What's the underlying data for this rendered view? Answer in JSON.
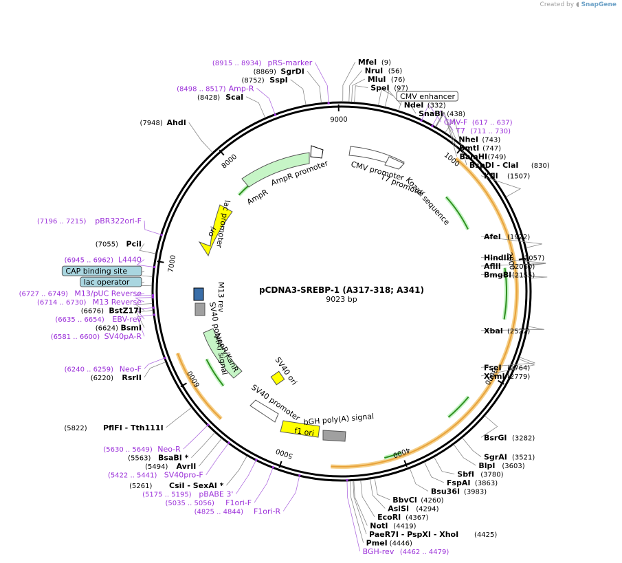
{
  "credit": {
    "prefix": "Created by",
    "brand": "SnapGene"
  },
  "map": {
    "name": "pCDNA3-SREBP-1 (A317-318; A341)",
    "length": "9023 bp"
  },
  "ticks": [
    {
      "label": "1000",
      "pos": 1000
    },
    {
      "label": "2000",
      "pos": 2000
    },
    {
      "label": "3000",
      "pos": 3000
    },
    {
      "label": "4000",
      "pos": 4000
    },
    {
      "label": "5000",
      "pos": 5000
    },
    {
      "label": "6000",
      "pos": 6000
    },
    {
      "label": "7000",
      "pos": 7000
    },
    {
      "label": "8000",
      "pos": 8000
    },
    {
      "label": "9000",
      "pos": 9000
    }
  ],
  "enzymes": [
    {
      "name": "MfeI",
      "pos": "(9)",
      "bp": 9
    },
    {
      "name": "NruI",
      "pos": "(56)",
      "bp": 56
    },
    {
      "name": "MluI",
      "pos": "(76)",
      "bp": 76
    },
    {
      "name": "SpeI",
      "pos": "(97)",
      "bp": 97
    },
    {
      "name": "NdeI",
      "pos": "(332)",
      "bp": 332
    },
    {
      "name": "SnaBI",
      "pos": "(438)",
      "bp": 438
    },
    {
      "name": "NheI",
      "pos": "(743)",
      "bp": 743
    },
    {
      "name": "BmtI",
      "pos": "(747)",
      "bp": 747
    },
    {
      "name": "BamHI",
      "pos": "(749)",
      "bp": 749
    },
    {
      "name": "BspDI - ClaI",
      "pos": "(830)",
      "bp": 830
    },
    {
      "name": "KflI",
      "pos": "(1507)",
      "bp": 1507
    },
    {
      "name": "AfeI",
      "pos": "(1922)",
      "bp": 1922
    },
    {
      "name": "HindIII",
      "pos": "(2057)",
      "bp": 2057
    },
    {
      "name": "AflII",
      "pos": "(2060)",
      "bp": 2060
    },
    {
      "name": "BmgBI",
      "pos": "(2155)",
      "bp": 2155
    },
    {
      "name": "XbaI",
      "pos": "(2522)",
      "bp": 2522
    },
    {
      "name": "FseI",
      "pos": "(2764)",
      "bp": 2764
    },
    {
      "name": "XcmI",
      "pos": "(2779)",
      "bp": 2779
    },
    {
      "name": "BsrGI",
      "pos": "(3282)",
      "bp": 3282
    },
    {
      "name": "SgrAI",
      "pos": "(3521)",
      "bp": 3521
    },
    {
      "name": "BlpI",
      "pos": "(3603)",
      "bp": 3603
    },
    {
      "name": "SbfI",
      "pos": "(3780)",
      "bp": 3780
    },
    {
      "name": "FspAI",
      "pos": "(3863)",
      "bp": 3863
    },
    {
      "name": "Bsu36I",
      "pos": "(3983)",
      "bp": 3983
    },
    {
      "name": "BbvCI",
      "pos": "(4260)",
      "bp": 4260
    },
    {
      "name": "AsiSI",
      "pos": "(4294)",
      "bp": 4294
    },
    {
      "name": "EcoRI",
      "pos": "(4367)",
      "bp": 4367
    },
    {
      "name": "NotI",
      "pos": "(4419)",
      "bp": 4419
    },
    {
      "name": "PaeR7I - PspXI - XhoI",
      "pos": "(4425)",
      "bp": 4425
    },
    {
      "name": "PmeI",
      "pos": "(4446)",
      "bp": 4446
    },
    {
      "name": "CsiI - SexAI *",
      "pos": "(5261)",
      "bp": 5261
    },
    {
      "name": "AvrII",
      "pos": "(5494)",
      "bp": 5494
    },
    {
      "name": "BsaBI *",
      "pos": "(5563)",
      "bp": 5563
    },
    {
      "name": "PflFI - Tth111I",
      "pos": "(5822)",
      "bp": 5822
    },
    {
      "name": "RsrII",
      "pos": "(6220)",
      "bp": 6220
    },
    {
      "name": "BsmI",
      "pos": "(6624)",
      "bp": 6624
    },
    {
      "name": "BstZ17I",
      "pos": "(6676)",
      "bp": 6676
    },
    {
      "name": "PciI",
      "pos": "(7055)",
      "bp": 7055
    },
    {
      "name": "AhdI",
      "pos": "(7948)",
      "bp": 7948
    },
    {
      "name": "ScaI",
      "pos": "(8428)",
      "bp": 8428
    },
    {
      "name": "SspI",
      "pos": "(8752)",
      "bp": 8752
    },
    {
      "name": "SgrDI",
      "pos": "(8869)",
      "bp": 8869
    }
  ],
  "primers": [
    {
      "name": "CMV-F",
      "pos": "(617 .. 637)",
      "bp": 627
    },
    {
      "name": "T7",
      "pos": "(711 .. 730)",
      "bp": 720
    },
    {
      "name": "BGH-rev",
      "pos": "(4462 .. 4479)",
      "bp": 4470
    },
    {
      "name": "F1ori-R",
      "pos": "(4825 .. 4844)",
      "bp": 4834
    },
    {
      "name": "F1ori-F",
      "pos": "(5035 .. 5056)",
      "bp": 5045
    },
    {
      "name": "pBABE 3'",
      "pos": "(5175 .. 5195)",
      "bp": 5185
    },
    {
      "name": "SV40pro-F",
      "pos": "(5422 .. 5441)",
      "bp": 5431
    },
    {
      "name": "Neo-R",
      "pos": "(5630 .. 5649)",
      "bp": 5640
    },
    {
      "name": "Neo-F",
      "pos": "(6240 .. 6259)",
      "bp": 6250
    },
    {
      "name": "SV40pA-R",
      "pos": "(6581 .. 6600)",
      "bp": 6590
    },
    {
      "name": "EBV-rev",
      "pos": "(6635 .. 6654)",
      "bp": 6644
    },
    {
      "name": "M13 Reverse",
      "pos": "(6714 .. 6730)",
      "bp": 6722
    },
    {
      "name": "M13/pUC Reverse",
      "pos": "(6727 .. 6749)",
      "bp": 6738
    },
    {
      "name": "L4440",
      "pos": "(6945 .. 6962)",
      "bp": 6953
    },
    {
      "name": "pBR322ori-F",
      "pos": "(7196 .. 7215)",
      "bp": 7205
    },
    {
      "name": "Amp-R",
      "pos": "(8498 .. 8517)",
      "bp": 8507
    },
    {
      "name": "pRS-marker",
      "pos": "(8915 .. 8934)",
      "bp": 8924
    }
  ],
  "boxed_features": [
    {
      "name": "CMV enhancer",
      "bp": 280,
      "fill": "#ffffff"
    },
    {
      "name": "CAP binding site",
      "bp": 6880,
      "fill": "#a9d6e0"
    },
    {
      "name": "lac operator",
      "bp": 6810,
      "fill": "#a9d6e0"
    }
  ],
  "features": [
    {
      "name": "AmpR promoter",
      "color": "#ffffff"
    },
    {
      "name": "AmpR",
      "color": "#c6f5c6"
    },
    {
      "name": "ori",
      "color": "#ffff00"
    },
    {
      "name": "CMV promoter",
      "color": "#ffffff"
    },
    {
      "name": "T7 promoter",
      "color": "#ffffff"
    },
    {
      "name": "Kozak sequence",
      "color": "#ffffff"
    },
    {
      "name": "lac promoter",
      "color": "#ffffff"
    },
    {
      "name": "M13 rev",
      "color": "#ffffff"
    },
    {
      "name": "SV40 poly(A) signal",
      "color": "#a0a0a0"
    },
    {
      "name": "NeoR/KanR",
      "color": "#c6f5c6"
    },
    {
      "name": "SV40 ori",
      "color": "#ffff00"
    },
    {
      "name": "SV40 promoter",
      "color": "#ffffff"
    },
    {
      "name": "bGH poly(A) signal",
      "color": "#a0a0a0"
    },
    {
      "name": "f1 ori",
      "color": "#ffff00"
    }
  ],
  "colors": {
    "primer": "#9b30d9",
    "orf": "#e8a23a",
    "orf_green": "#2f8f1f",
    "backbone": "#000000"
  }
}
